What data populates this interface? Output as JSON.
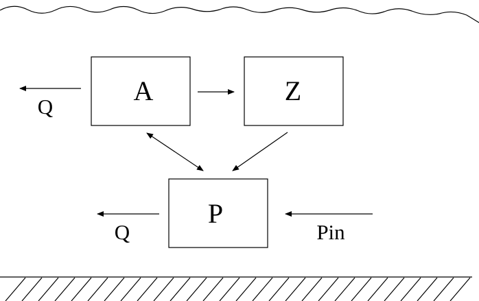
{
  "diagram": {
    "nodes": {
      "a": {
        "label": "A"
      },
      "z": {
        "label": "Z"
      },
      "p": {
        "label": "P"
      }
    },
    "edges": [
      {
        "from": "A",
        "to": "Z",
        "direction": "one-way"
      },
      {
        "from": "A",
        "to": "P",
        "direction": "two-way"
      },
      {
        "from": "Z",
        "to": "P",
        "direction": "one-way"
      }
    ],
    "flows": {
      "q_from_a": {
        "label": "Q"
      },
      "q_from_p": {
        "label": "Q"
      },
      "pin_into_p": {
        "label": "Pin"
      }
    },
    "boundaries": {
      "top": "wavy-surface",
      "bottom": "hatched-ground"
    }
  }
}
